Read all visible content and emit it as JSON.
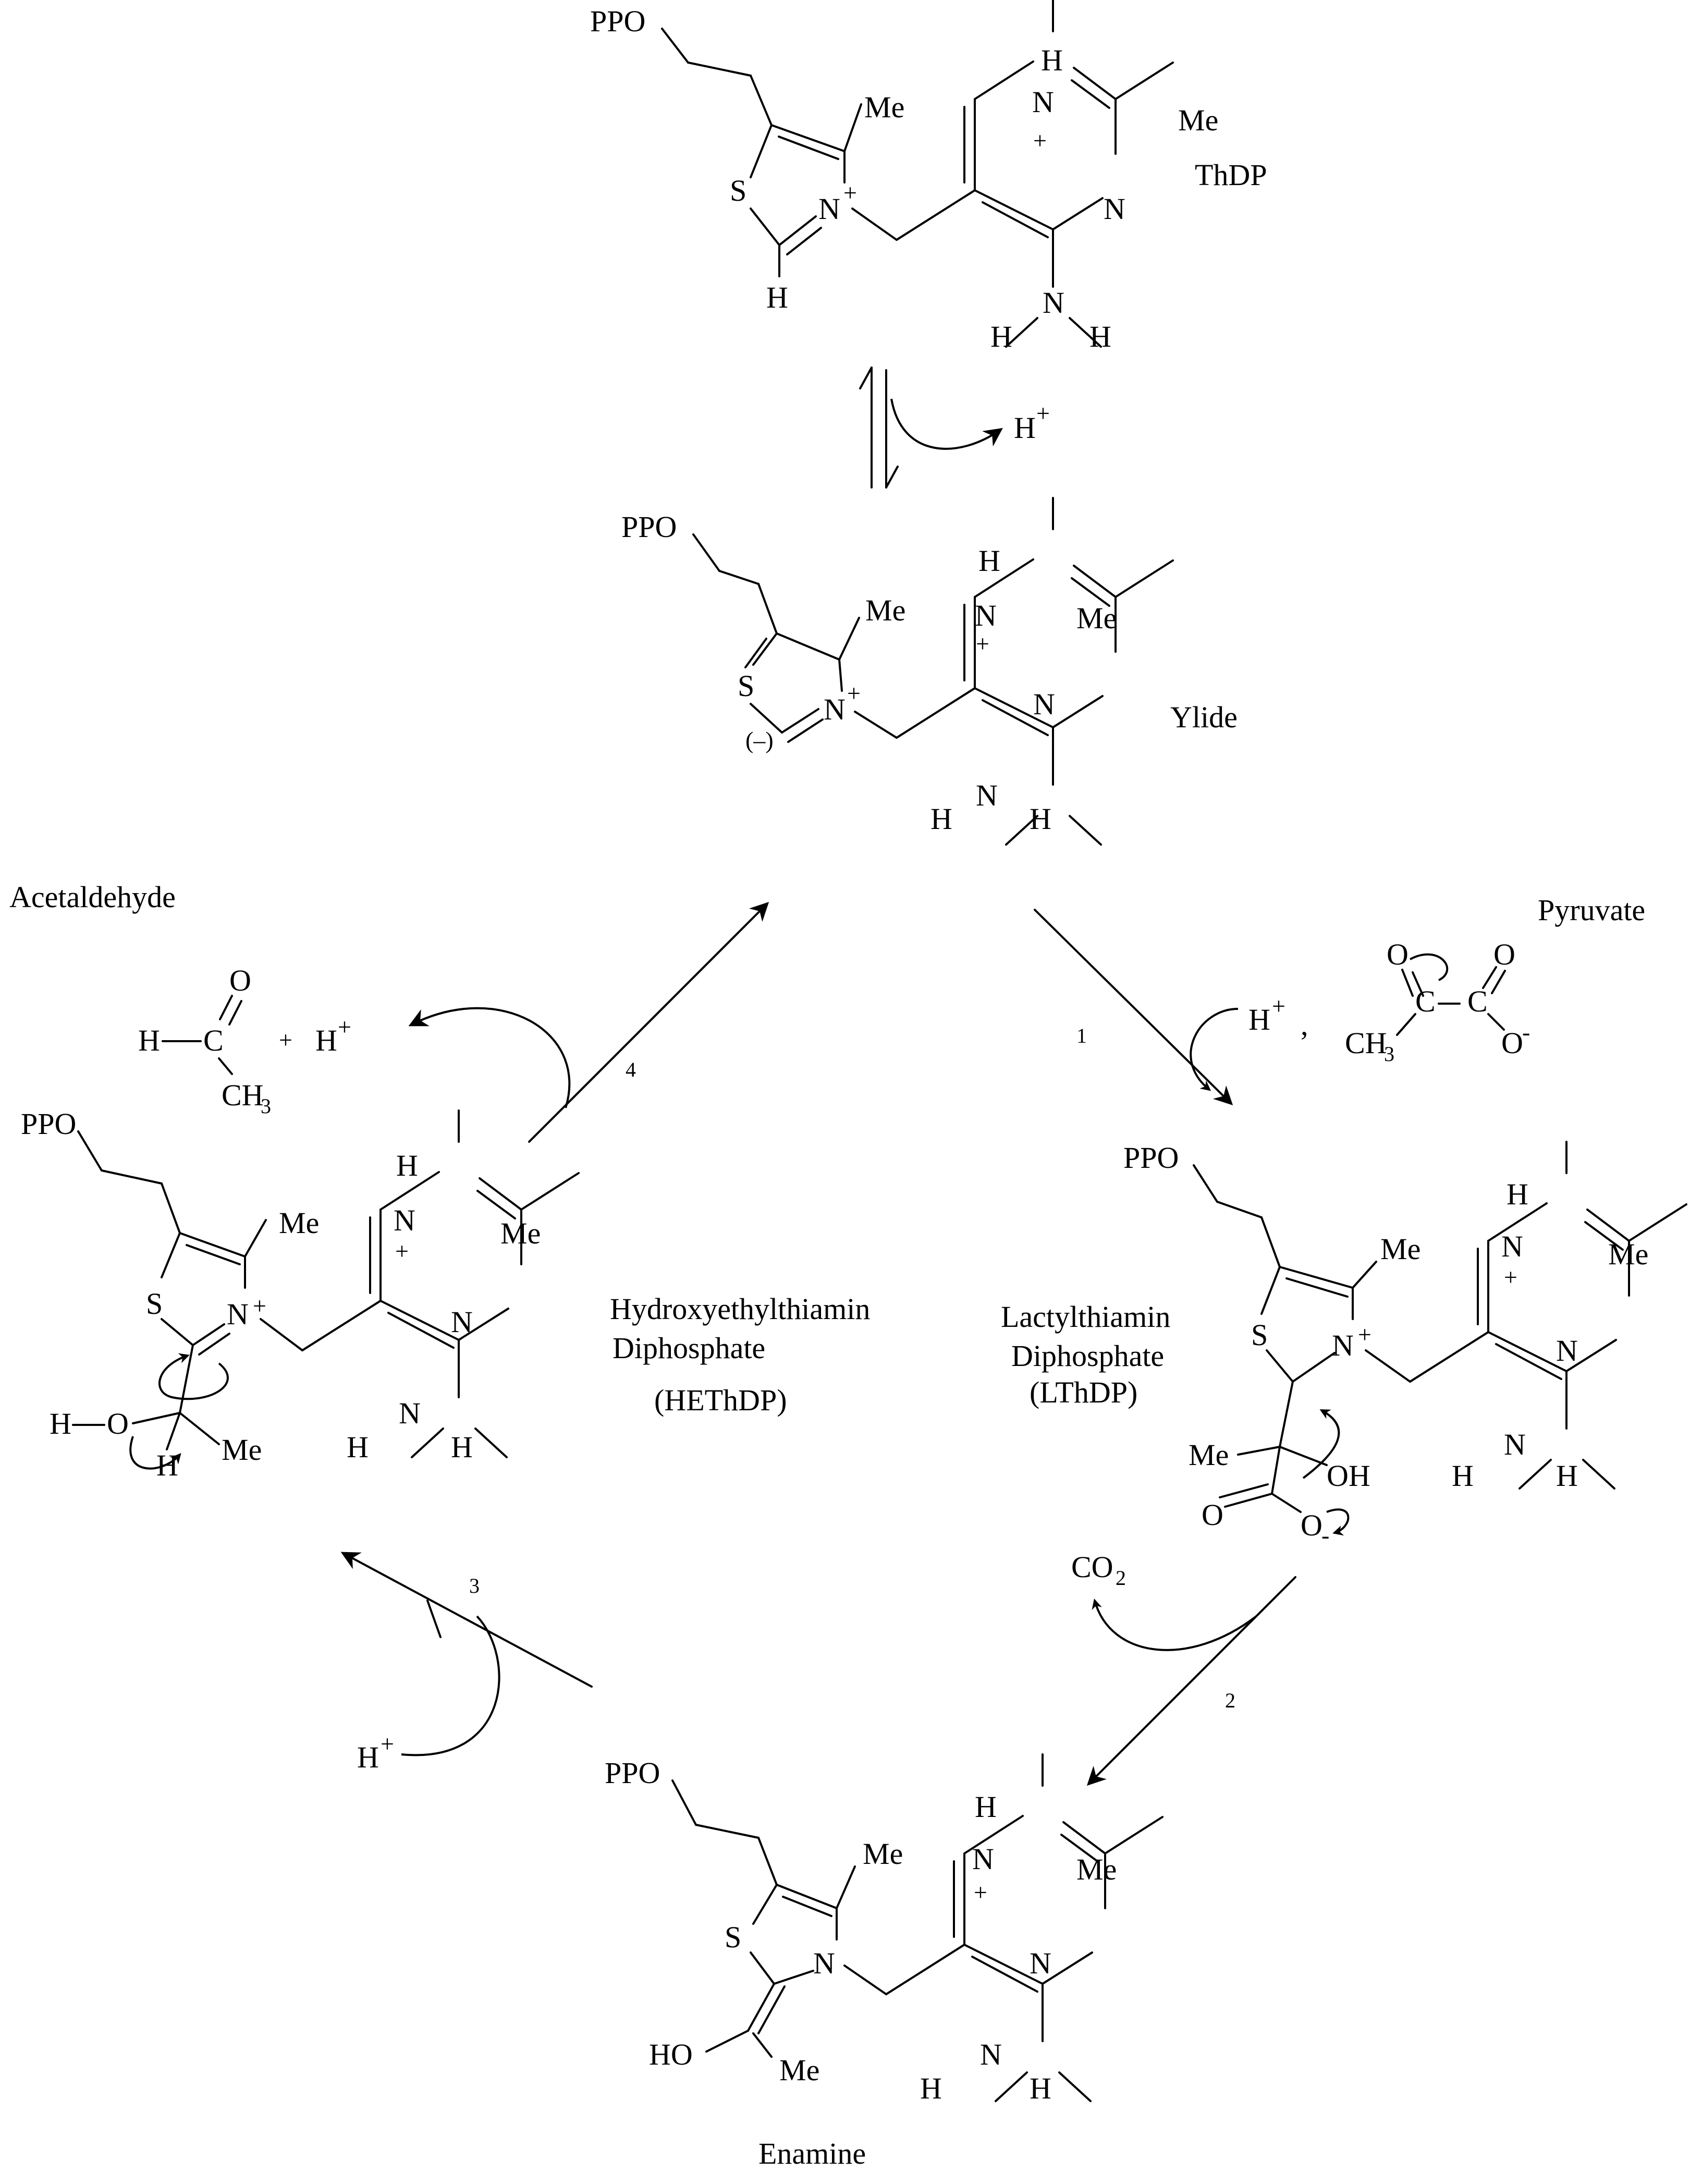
{
  "labels": {
    "thdp": "ThDP",
    "ylide": "Ylide",
    "pyruvate": "Pyruvate",
    "acetaldehyde": "Acetaldehyde",
    "lthdp_line1": "Lactylthiamin",
    "lthdp_line2": "Diphosphate",
    "lthdp_line3": "(LThDP)",
    "hethdp_line1": "Hydroxyethylthiamin",
    "hethdp_line2": "Diphosphate",
    "hethdp_line3": "(HEThDP)",
    "enamine": "Enamine"
  },
  "steps": [
    "1",
    "2",
    "3",
    "4"
  ],
  "species": {
    "h_plus": "H",
    "plus_sign": "+",
    "comma": ",",
    "co2": "CO",
    "co2_sub": "2",
    "ch3": "CH",
    "ch3_sub": "3"
  },
  "atoms": {
    "ppo": "PPO",
    "me": "Me",
    "s": "S",
    "n": "N",
    "h": "H",
    "o": "O",
    "c": "C",
    "oh": "OH",
    "ho": "HO",
    "o_minus": "-",
    "carbanion": "(–)"
  }
}
